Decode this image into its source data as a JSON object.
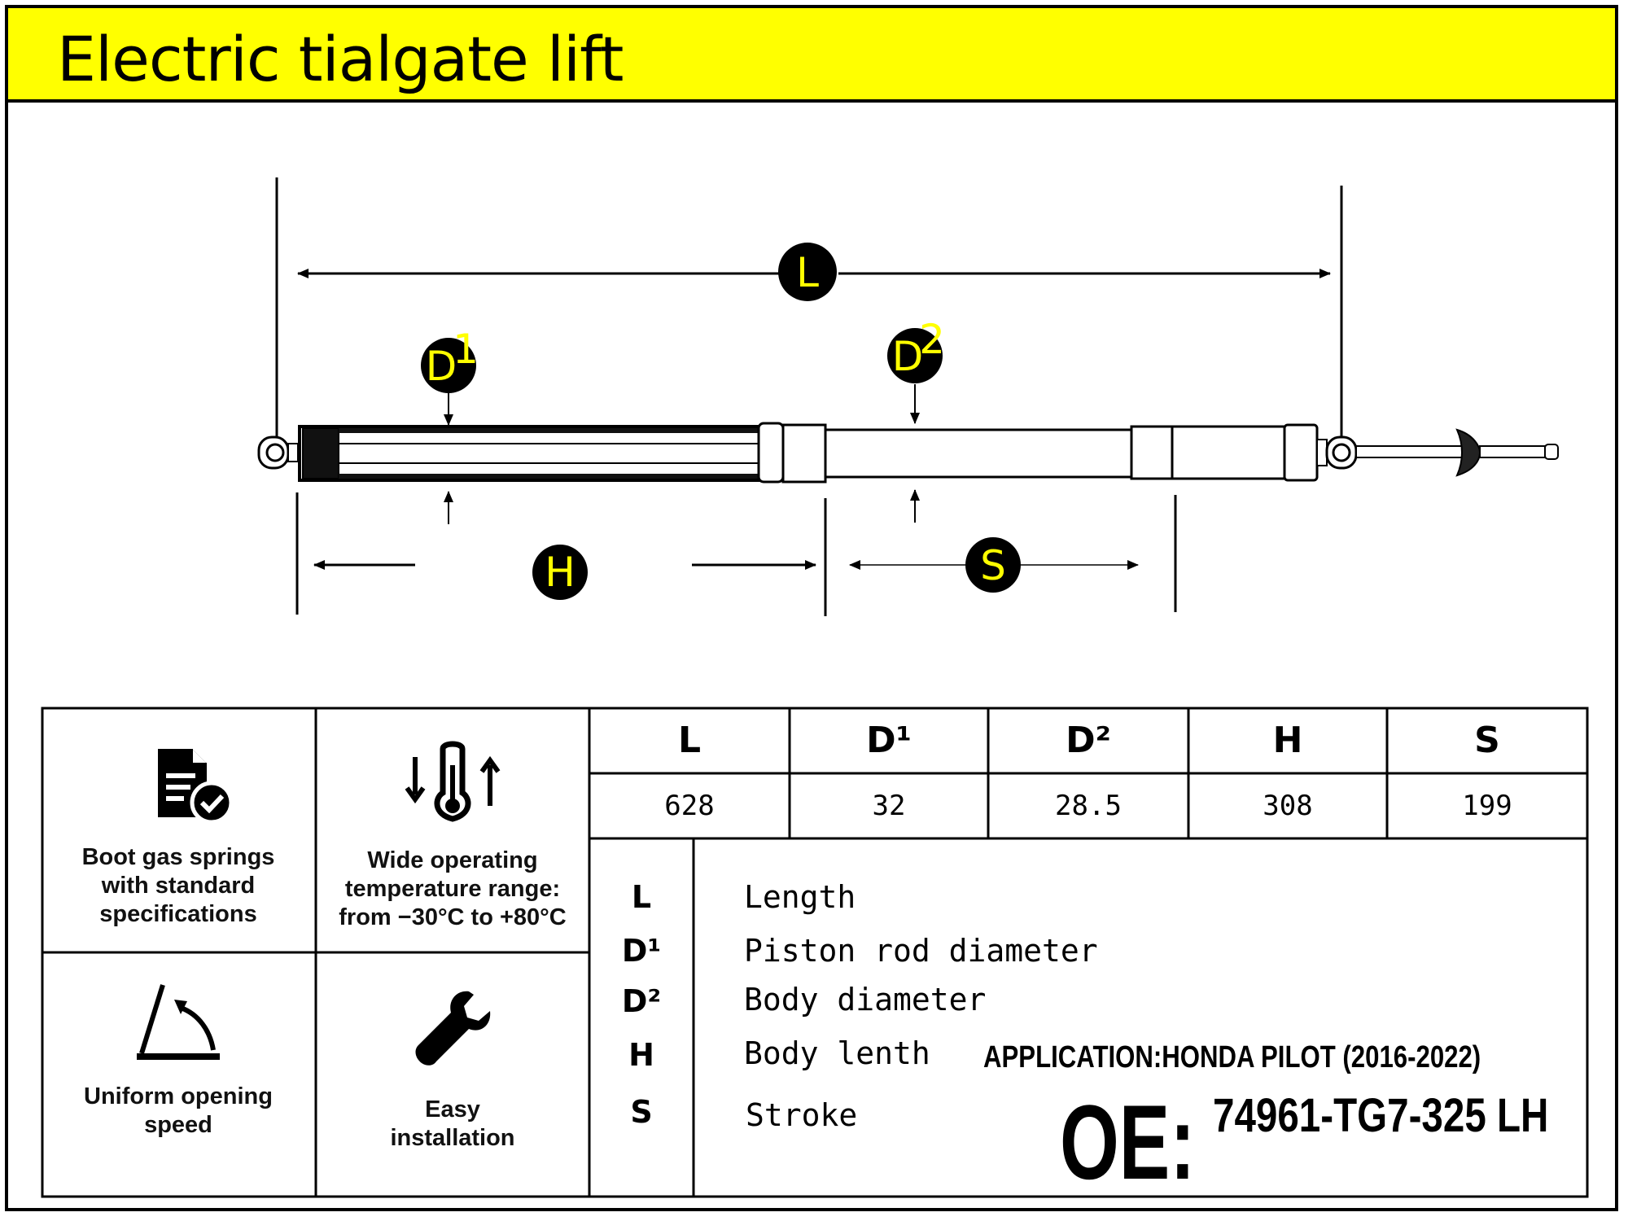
{
  "header": {
    "title": "Electric tialgate lift"
  },
  "diagram": {
    "badges": {
      "length": "L",
      "rod_diameter": "D",
      "rod_sup": "1",
      "body_diameter": "D",
      "body_sup": "2",
      "body_length": "H",
      "stroke": "S"
    }
  },
  "features": [
    {
      "icon": "document-check-icon",
      "label": "Boot gas springs\nwith standard\nspecifications"
    },
    {
      "icon": "thermometer-icon",
      "label": "Wide operating\ntemperature range:\nfrom −30°C to +80°C"
    },
    {
      "icon": "opening-angle-icon",
      "label": "Uniform opening\nspeed"
    },
    {
      "icon": "wrench-icon",
      "label": "Easy\ninstallation"
    }
  ],
  "specs": {
    "headers": [
      "L",
      "D¹",
      "D²",
      "H",
      "S"
    ],
    "values": [
      "628",
      "32",
      "28.5",
      "308",
      "199"
    ]
  },
  "legend": [
    {
      "symbol": "L",
      "text": "Length"
    },
    {
      "symbol": "D¹",
      "text": "Piston rod diameter"
    },
    {
      "symbol": "D²",
      "text": "Body diameter"
    },
    {
      "symbol": "H",
      "text": "Body lenth"
    },
    {
      "symbol": "S",
      "text": "Stroke"
    }
  ],
  "application": "APPLICATION:HONDA PILOT (2016-2022)",
  "oe": {
    "prefix": "OE:",
    "number": "74961-TG7-325 LH"
  },
  "colors": {
    "accent": "#ffff00",
    "ink": "#000000",
    "badge": "#000000"
  }
}
